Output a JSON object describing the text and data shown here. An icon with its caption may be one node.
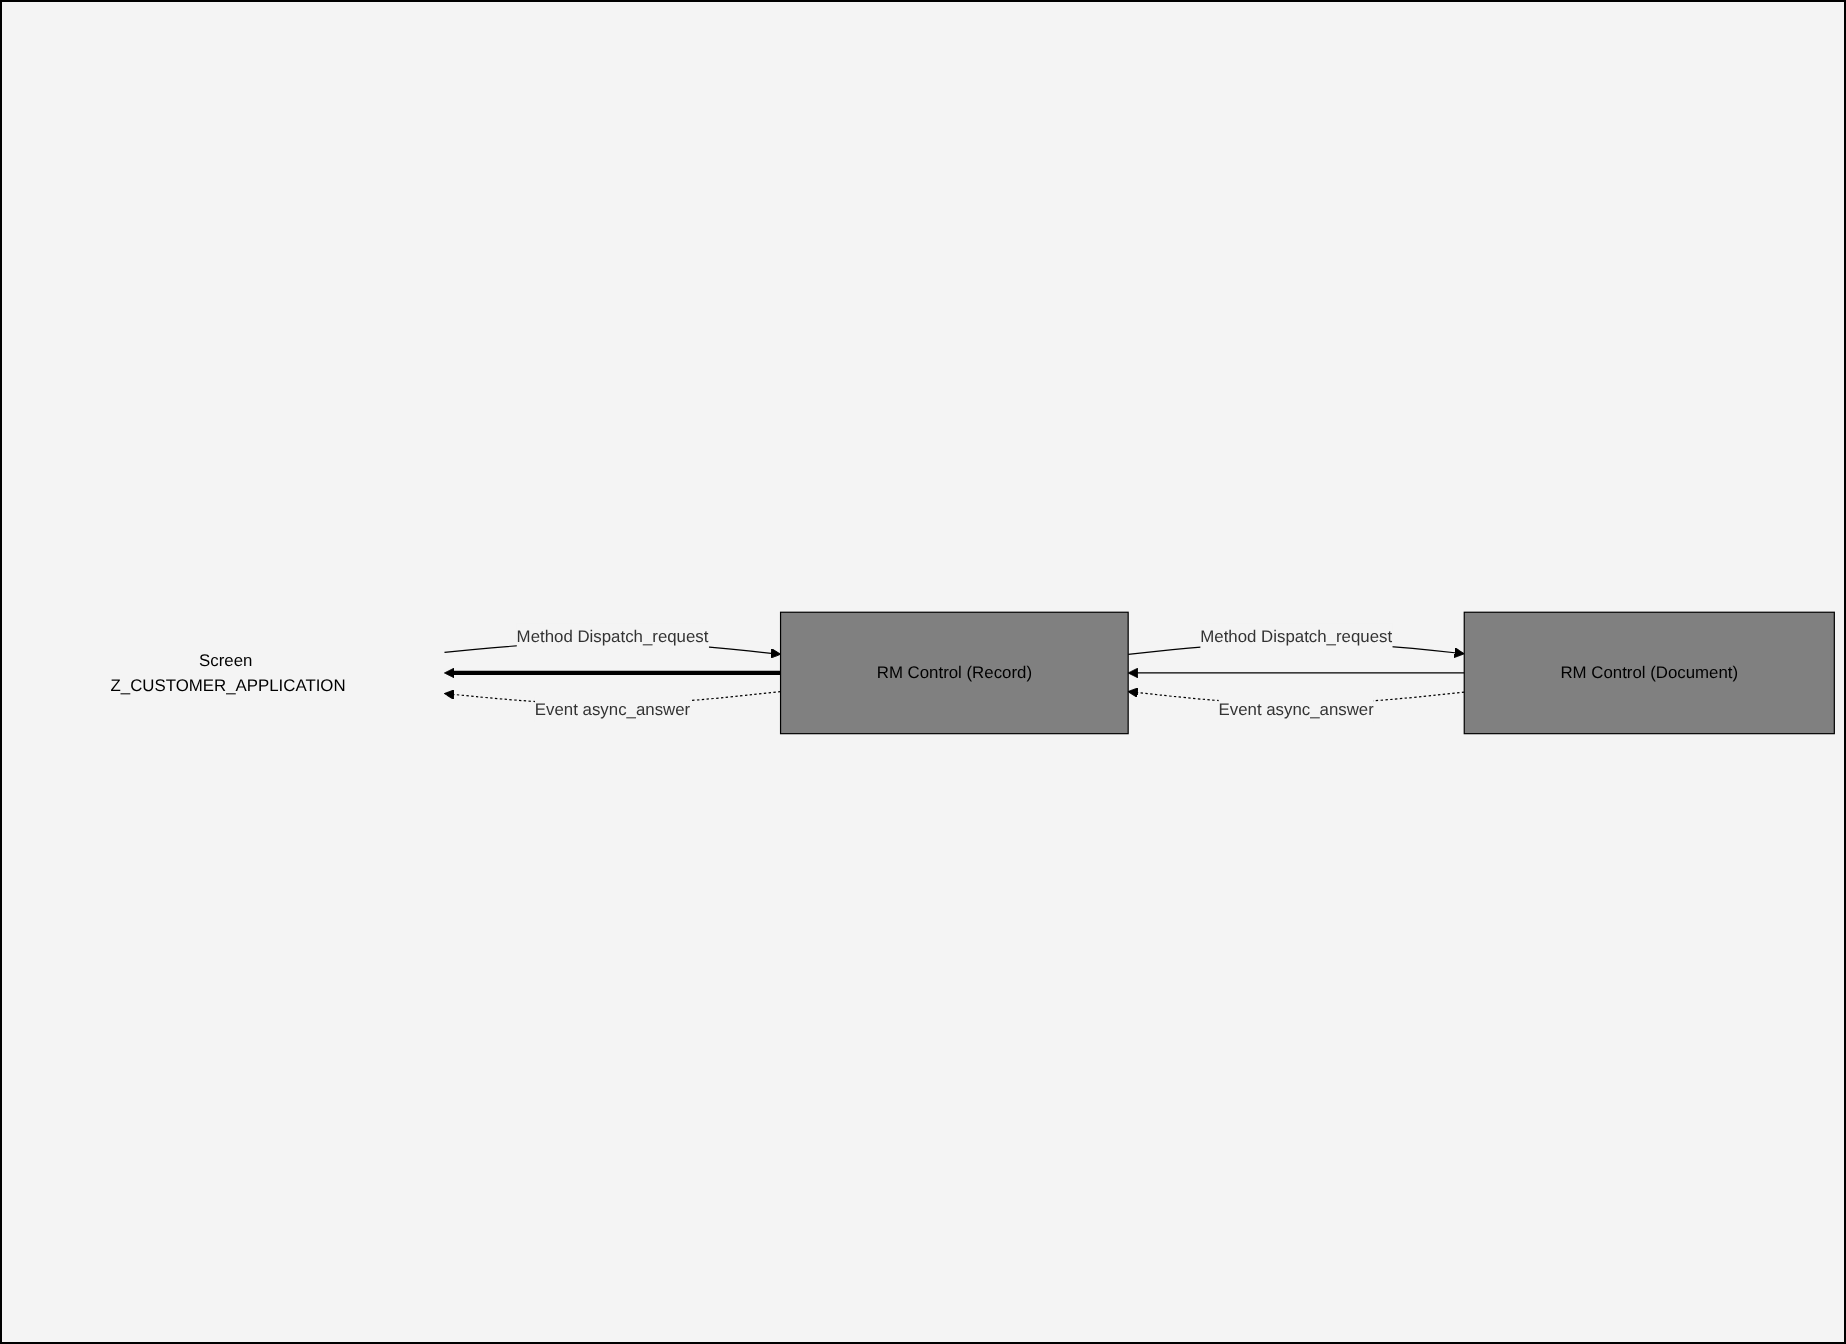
{
  "diagram": {
    "nodes": [
      {
        "text": [
          "Screen Z_CUSTOMER_APPLICATION"
        ]
      },
      {
        "text": [
          "RM Control (Record)"
        ]
      },
      {
        "text": [
          "RM Control (Document)"
        ]
      }
    ],
    "edges": [
      {
        "from": 0,
        "to": 1,
        "arrow": "to",
        "label": "Method Dispatch_request"
      },
      {
        "from": 1,
        "to": 0,
        "arrow": "to",
        "style": "thick"
      },
      {
        "from": 1,
        "to": 0,
        "arrow": "to",
        "style": "dashed",
        "label": "Event async_answer"
      },
      {
        "from": 1,
        "to": 2,
        "arrow": "to",
        "label": "Method Dispatch_request"
      },
      {
        "from": 2,
        "to": 1,
        "arrow": "to"
      },
      {
        "from": 2,
        "to": 1,
        "arrow": "to",
        "style": "dashed",
        "label": "Event async_answer"
      }
    ]
  }
}
